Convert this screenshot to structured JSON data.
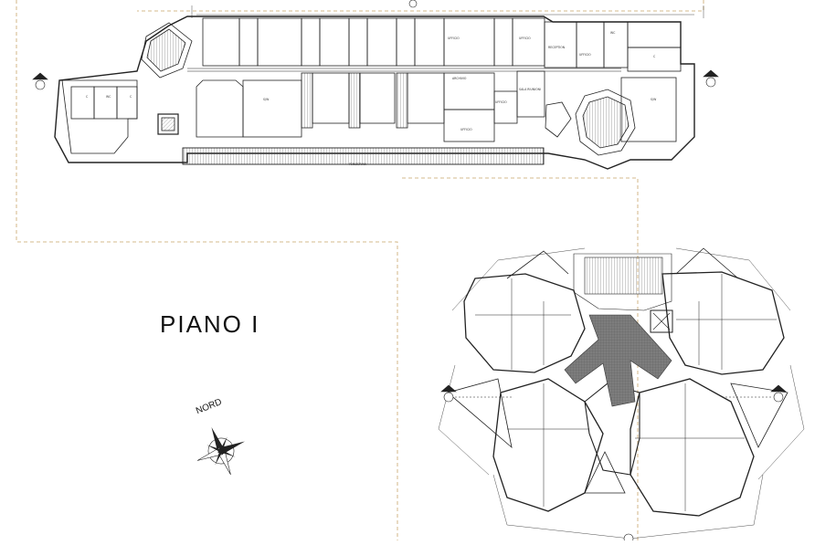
{
  "drawing": {
    "title": "PIANO I",
    "north_label": "NORD"
  },
  "rooms_top": [
    "UFFICIO",
    "UFFICIO",
    "UFFICIO",
    "UFFICIO",
    "RECEPTION",
    "ARCHIVIO",
    "SALA RIUNIONI",
    "UFFICIO",
    "S/W",
    "S/W",
    "WC",
    "WC",
    "C",
    "C",
    "C"
  ],
  "corridor_label": "PENSIERINA"
}
